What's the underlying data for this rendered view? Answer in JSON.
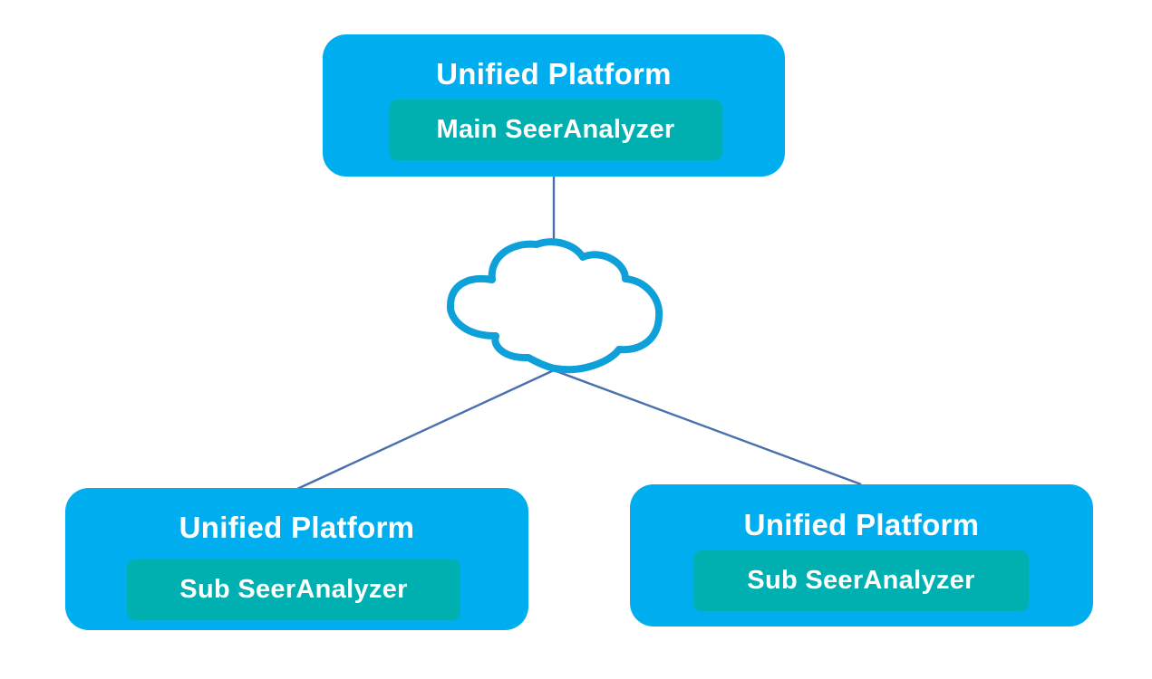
{
  "colors": {
    "platform_fill": "#00AEEF",
    "analyzer_fill": "#00B0B0",
    "link_stroke": "#4A6FAE",
    "cloud_stroke": "#0EA0D8",
    "text": "#FFFFFF"
  },
  "icons": {
    "network": "cloud-icon"
  },
  "main_node": {
    "platform_label": "Unified Platform",
    "analyzer_label": "Main SeerAnalyzer"
  },
  "sub_nodes": [
    {
      "platform_label": "Unified Platform",
      "analyzer_label": "Sub SeerAnalyzer"
    },
    {
      "platform_label": "Unified Platform",
      "analyzer_label": "Sub SeerAnalyzer"
    }
  ]
}
